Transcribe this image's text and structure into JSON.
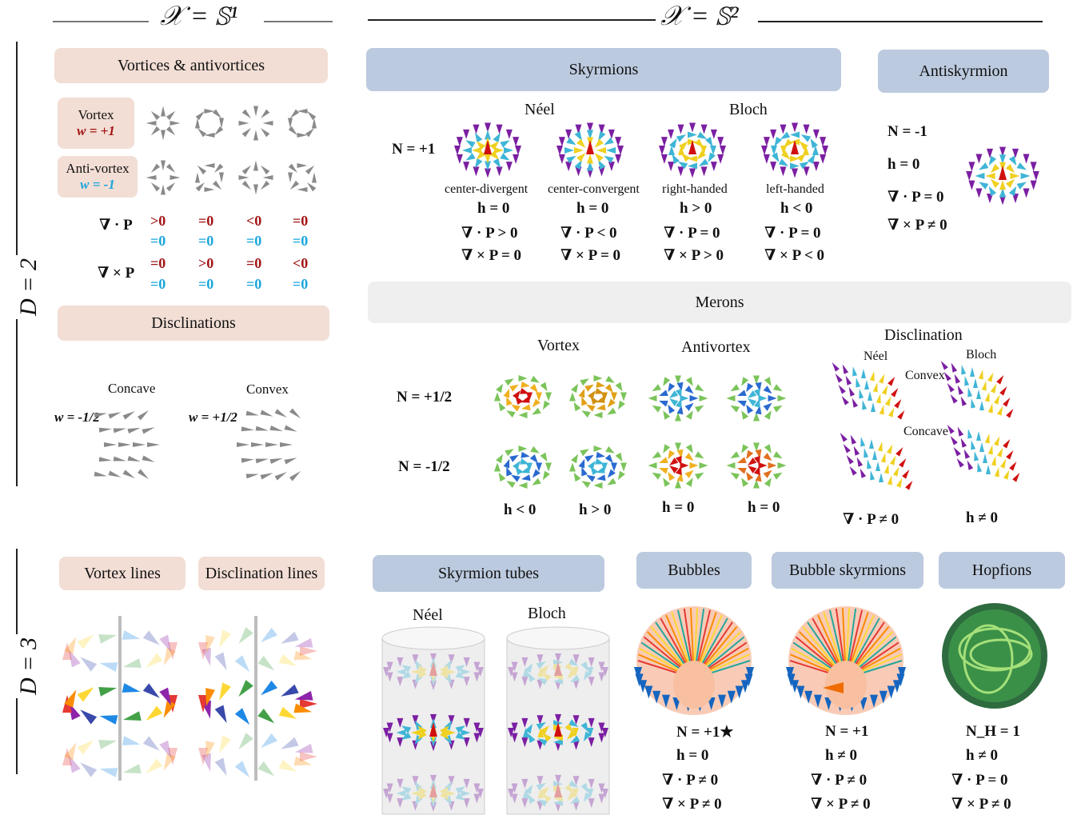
{
  "headers": {
    "s1": "𝒳 = 𝕊¹",
    "s2": "𝒳 = 𝕊²",
    "d2": "D = 2",
    "d3": "D = 3"
  },
  "s1_panel": {
    "vortices_title": "Vortices & antivortices",
    "vortex_label": "Vortex",
    "vortex_w": "w = +1",
    "antivortex_label": "Anti-vortex",
    "antivortex_w": "w = -1",
    "div_label": "∇ · P",
    "curl_label": "∇ × P",
    "div_vortex": [
      ">0",
      "=0",
      "<0",
      "=0"
    ],
    "div_antivortex": [
      "=0",
      "=0",
      "=0",
      "=0"
    ],
    "curl_vortex": [
      "=0",
      ">0",
      "=0",
      "<0"
    ],
    "curl_antivortex": [
      "=0",
      "=0",
      "=0",
      "=0"
    ],
    "disclinations_title": "Disclinations",
    "concave": "Concave",
    "convex": "Convex",
    "concave_w": "w = -1/2",
    "convex_w": "w = +1/2"
  },
  "skyrmions": {
    "title": "Skyrmions",
    "neel": "Néel",
    "bloch": "Bloch",
    "n_label": "N = +1",
    "columns": [
      {
        "name": "center-divergent",
        "h": "h = 0",
        "div": "∇ · P > 0",
        "curl": "∇ × P = 0"
      },
      {
        "name": "center-convergent",
        "h": "h = 0",
        "div": "∇ · P < 0",
        "curl": "∇ × P = 0"
      },
      {
        "name": "right-handed",
        "h": "h > 0",
        "div": "∇ · P = 0",
        "curl": "∇ × P > 0"
      },
      {
        "name": "left-handed",
        "h": "h < 0",
        "div": "∇ · P = 0",
        "curl": "∇ × P < 0"
      }
    ]
  },
  "antiskyrmion": {
    "title": "Antiskyrmion",
    "n": "N = -1",
    "h": "h = 0",
    "div": "∇ · P = 0",
    "curl": "∇ × P ≠ 0"
  },
  "merons": {
    "title": "Merons",
    "vortex": "Vortex",
    "antivortex": "Antivortex",
    "disclination": "Disclination",
    "disc_neel": "Néel",
    "disc_bloch": "Bloch",
    "disc_convex": "Convex",
    "disc_concave": "Concave",
    "n_plus": "N = +1/2",
    "n_minus": "N = -1/2",
    "h_values": [
      "h < 0",
      "h > 0",
      "h = 0",
      "h = 0"
    ],
    "disc_div": "∇ · P ≠ 0",
    "disc_h": "h ≠ 0"
  },
  "d3": {
    "vortex_lines": "Vortex lines",
    "disclination_lines": "Disclination lines",
    "skyrmion_tubes": "Skyrmion tubes",
    "tube_neel": "Néel",
    "tube_bloch": "Bloch",
    "bubbles": "Bubbles",
    "bubble_skyrmions": "Bubble skyrmions",
    "hopfions": "Hopfions",
    "bubbles_props": [
      "N = +1★",
      "h = 0",
      "∇ · P ≠ 0",
      "∇ × P ≠ 0"
    ],
    "bubble_sk_props": [
      "N = +1",
      "h ≠ 0",
      "∇ · P ≠ 0",
      "∇ × P ≠ 0"
    ],
    "hopfion_props": [
      "N_H = 1",
      "h ≠ 0",
      "∇ · P = 0",
      "∇ × P ≠ 0"
    ]
  },
  "colors": {
    "pink_box": "#f2ded5",
    "blue_box": "#bccadf",
    "gray_box": "#efefef",
    "red": "#a31414",
    "cyan": "#1aa6dc"
  }
}
